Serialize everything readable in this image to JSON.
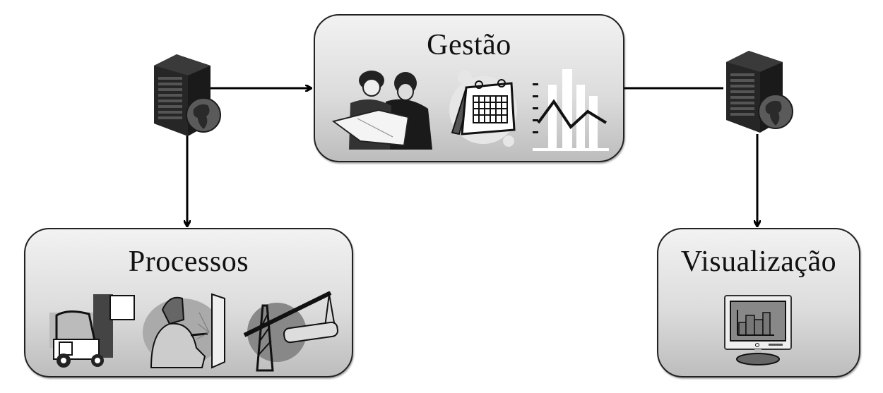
{
  "diagram": {
    "nodes": [
      {
        "id": "gestao",
        "label": "Gestão",
        "icons": [
          "engineers-reviewing-plans-icon",
          "calendar-icon",
          "bar-line-chart-icon"
        ]
      },
      {
        "id": "processos",
        "label": "Processos",
        "icons": [
          "forklift-icon",
          "welder-icon",
          "crane-icon"
        ]
      },
      {
        "id": "visualizacao",
        "label": "Visualização",
        "icons": [
          "monitor-chart-icon"
        ]
      }
    ],
    "servers": [
      {
        "id": "server-left",
        "icon": "web-server-globe-icon"
      },
      {
        "id": "server-right",
        "icon": "web-server-globe-icon"
      }
    ],
    "edges": [
      {
        "from": "server-left",
        "to": "gestao",
        "arrow": true
      },
      {
        "from": "server-left",
        "to": "processos",
        "arrow": true
      },
      {
        "from": "gestao",
        "to": "server-right",
        "arrow": false
      },
      {
        "from": "server-right",
        "to": "visualizacao",
        "arrow": true
      }
    ]
  }
}
